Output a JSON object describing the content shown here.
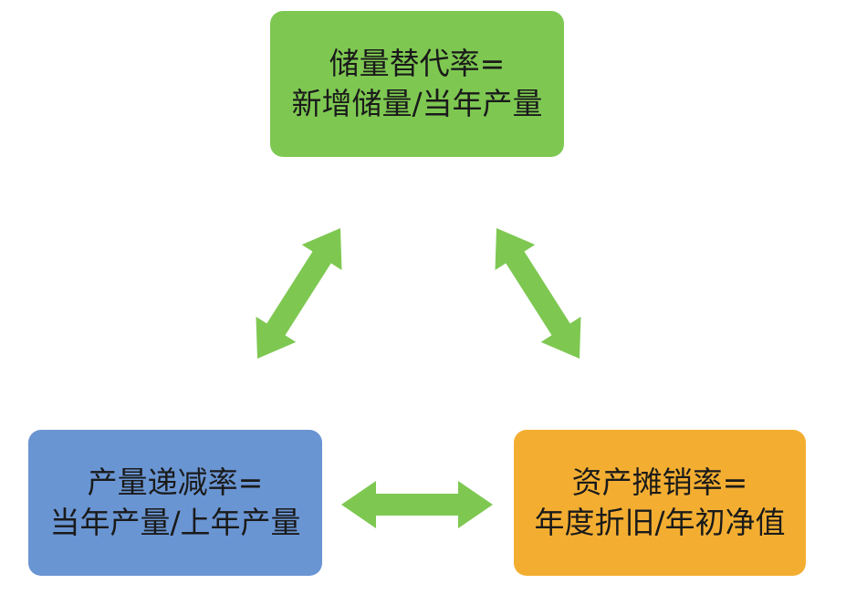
{
  "colors": {
    "top_box": "#7ec852",
    "left_box": "#6a95d3",
    "right_box": "#f3ae32",
    "arrow": "#7ec852"
  },
  "nodes": {
    "reserve_replacement": {
      "line1": "储量替代率=",
      "line2": "新增储量/当年产量"
    },
    "production_decline": {
      "line1": "产量递减率=",
      "line2": "当年产量/上年产量"
    },
    "asset_amortization": {
      "line1": "资产摊销率=",
      "line2": "年度折旧/年初净值"
    }
  }
}
